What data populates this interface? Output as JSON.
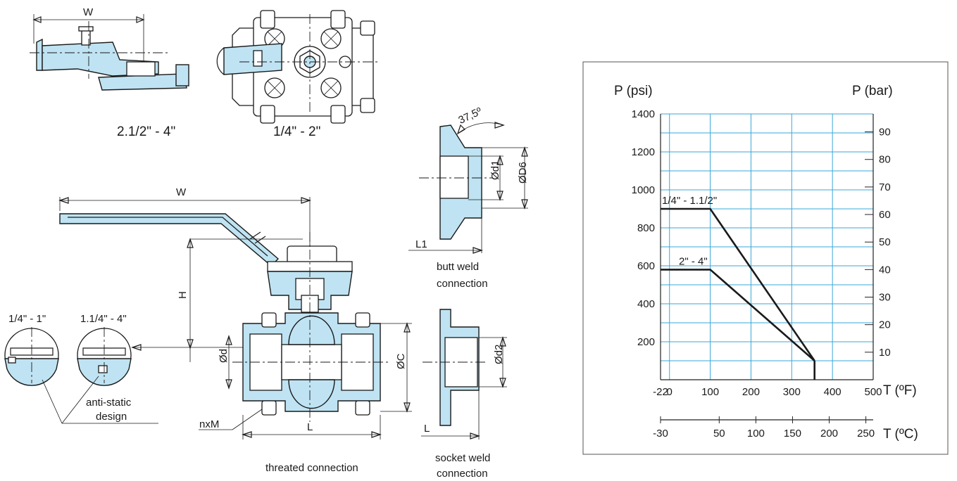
{
  "drawing": {
    "top_left_caption": "2.1/2\" - 4\"",
    "top_mid_caption": "1/4\" - 2\"",
    "dim_w_top": "W",
    "dim_w_main": "W",
    "dim_h": "H",
    "dim_d": "Ød",
    "dim_c": "ØC",
    "dim_l_main": "L",
    "dim_nxm": "nxM",
    "caption_threaded": "threated connection",
    "detail_left_label": "1/4\" - 1\"",
    "detail_right_label": "1.1/4\" - 4\"",
    "antistatic_line1": "anti-static",
    "antistatic_line2": "design",
    "butt_angle": "37,5º",
    "butt_d1": "Ød1",
    "butt_d6": "ØD6",
    "butt_l1": "L1",
    "butt_caption_line1": "butt weld",
    "butt_caption_line2": "connection",
    "socket_d2": "Ød2",
    "socket_l": "L",
    "socket_caption_line1": "socket weld",
    "socket_caption_line2": "connection"
  },
  "chart_data": {
    "type": "line",
    "title": "",
    "ylabel_left": "P (psi)",
    "ylabel_right": "P (bar)",
    "xlabel_f": "T (ºF)",
    "xlabel_c": "T (ºC)",
    "xlim_f": [
      -22,
      500
    ],
    "ylim_psi": [
      0,
      1400
    ],
    "y_ticks_psi": [
      200,
      400,
      600,
      800,
      1000,
      1200,
      1400
    ],
    "y_ticks_bar": [
      10,
      20,
      30,
      40,
      50,
      60,
      70,
      80,
      90
    ],
    "x_ticks_f": [
      -22,
      0,
      100,
      200,
      300,
      400,
      500
    ],
    "x_ticks_c": [
      -30,
      50,
      100,
      150,
      200,
      250
    ],
    "grid": true,
    "grid_color": "#3aa7d8",
    "series": [
      {
        "name": "1/4\" - 1.1/2\"",
        "x": [
          -22,
          100,
          356
        ],
        "y": [
          900,
          900,
          100
        ]
      },
      {
        "name": "2\" - 4\"",
        "x": [
          -22,
          100,
          356
        ],
        "y": [
          580,
          580,
          100
        ]
      }
    ],
    "vertical_limit": {
      "x": 356,
      "y": [
        0,
        100
      ]
    }
  }
}
